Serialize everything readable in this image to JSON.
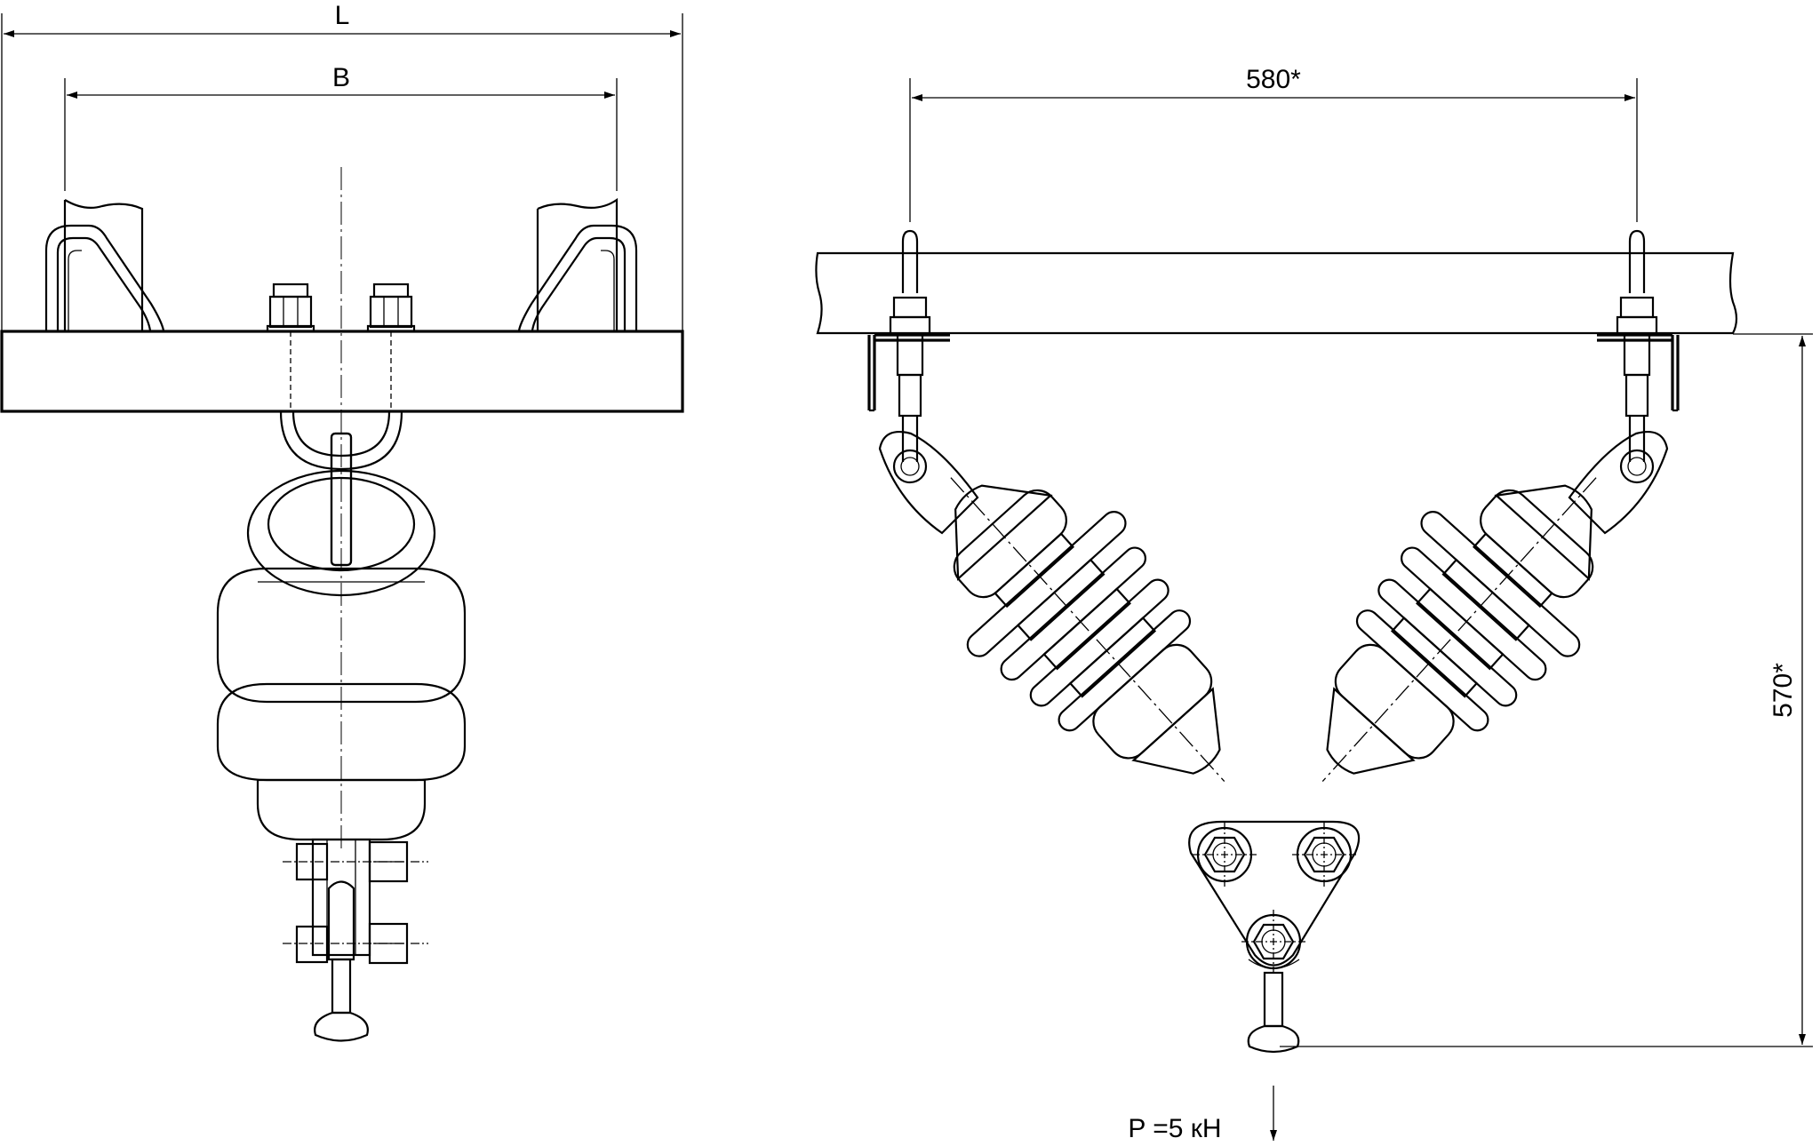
{
  "labels": {
    "overall_length": "L",
    "base_width": "B",
    "span_dimension": "580*",
    "height_dimension": "570*",
    "load": "P =5 кН"
  },
  "colors": {
    "line": "#000000",
    "background": "#ffffff"
  }
}
